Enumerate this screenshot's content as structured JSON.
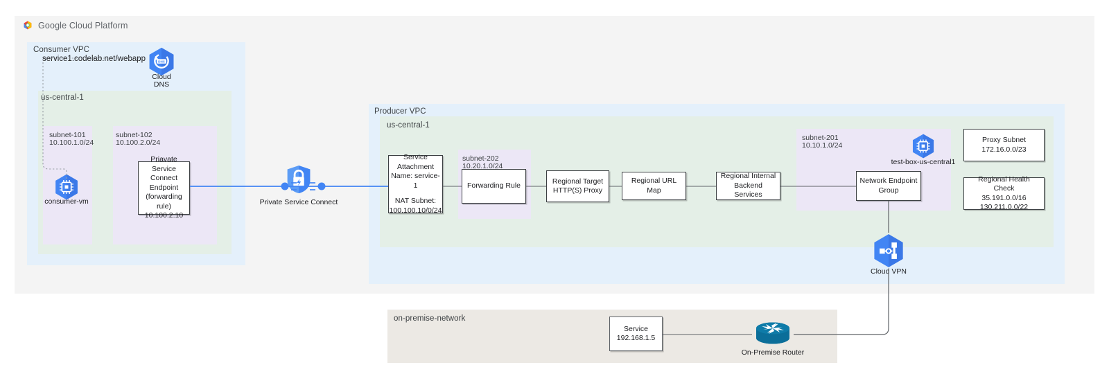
{
  "page": {
    "platform_logo_text": "Google Cloud Platform"
  },
  "consumer": {
    "vpc_label": "Consumer VPC",
    "region_label": "us-central-1",
    "dns_record": "service1.codelab.net/webapp",
    "cloud_dns": {
      "line1": "Cloud",
      "line2": "DNS",
      "icon": "cloud-dns-icon"
    },
    "subnets": [
      {
        "name": "subnet-101",
        "cidr": "10.100.1.0/24"
      },
      {
        "name": "subnet-102",
        "cidr": "10.100.2.0/24"
      }
    ],
    "consumer_vm_label": "consumer-vm",
    "psc_endpoint": {
      "line1": "Priavate Service",
      "line2": "Connect Endpoint",
      "line3": "(forwarding rule)",
      "line4": "10.100.2.10"
    }
  },
  "private_service_connect": {
    "label": "Private Service Connect",
    "icon": "shield-lock-bolt-icon"
  },
  "producer": {
    "vpc_label": "Producer VPC",
    "region_label": "us-central-1",
    "service_attachment": {
      "line1": "Service",
      "line2": "Attachment",
      "line3": "Name: service-1",
      "line4": "NAT Subnet:",
      "line5": "100.100.10/0/24"
    },
    "subnet_202": {
      "name": "subnet-202",
      "cidr": "10.20.1.0/24"
    },
    "forwarding_rule": "Forwarding Rule",
    "target_proxy": {
      "line1": "Regional Target",
      "line2": "HTTP(S) Proxy"
    },
    "url_map": "Regional URL Map",
    "backend_services": {
      "line1": "Regional Internal",
      "line2": "Backend Services"
    },
    "subnet_201": {
      "name": "subnet-201",
      "cidr": "10.10.1.0/24"
    },
    "test_box_label": "test-box-us-central1",
    "network_endpoint_group": {
      "line1": "Network Endpoint",
      "line2": "Group"
    },
    "proxy_subnet": {
      "line1": "Proxy Subnet",
      "line2": "172.16.0.0/23"
    },
    "health_check": {
      "line1": "Regional Health Check",
      "line2": "35.191.0.0/16",
      "line3": "130.211.0.0/22"
    },
    "cloud_vpn_label": "Cloud VPN"
  },
  "onpremise": {
    "network_label": "on-premise-network",
    "service": {
      "line1": "Service",
      "line2": "192.168.1.5"
    },
    "router_label": "On-Premise Router"
  },
  "colors": {
    "vpc_blue": "#e4f0fb",
    "region_green": "#e4efe7",
    "subnet_purple": "#ece7f6",
    "gcp_gray": "#f4f4f4",
    "onprem_beige": "#ece9e4",
    "google_blue": "#4285f4",
    "router_teal": "#0b6e99",
    "wire_gray": "#5f6368"
  }
}
